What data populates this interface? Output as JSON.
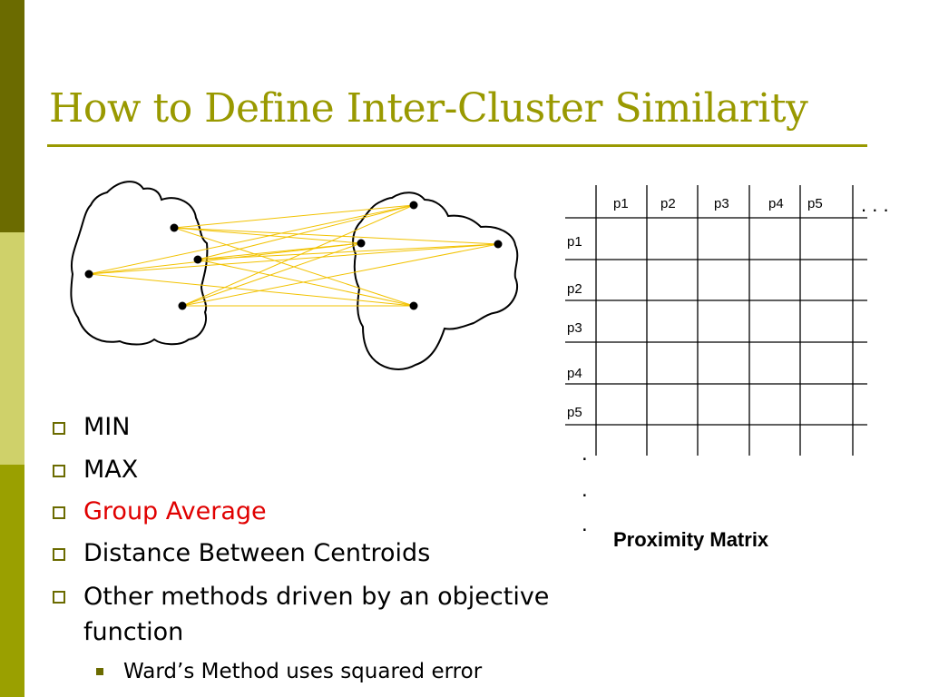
{
  "slide": {
    "title": "How to Define Inter-Cluster Similarity"
  },
  "bullets": [
    {
      "text": "MIN"
    },
    {
      "text": "MAX"
    },
    {
      "text": "Group Average",
      "highlight": "#e00000"
    },
    {
      "text": "Distance Between Centroids"
    },
    {
      "text": "Other methods driven by an objective function"
    }
  ],
  "sub_bullets": [
    {
      "text": "Ward’s Method uses squared error"
    }
  ],
  "matrix": {
    "caption": "Proximity Matrix",
    "col_headers": [
      "p1",
      "p2",
      "p3",
      "p4",
      "p5"
    ],
    "row_headers": [
      "p1",
      "p2",
      "p3",
      "p4",
      "p5"
    ],
    "col_ellipsis": ". . .",
    "row_ellipsis": "."
  },
  "colors": {
    "title": "#999900",
    "link_lines": "#f2c200",
    "bar_dark": "#6b6b00",
    "bar_light": "#cfd16a",
    "bar_mid": "#9aa000"
  }
}
